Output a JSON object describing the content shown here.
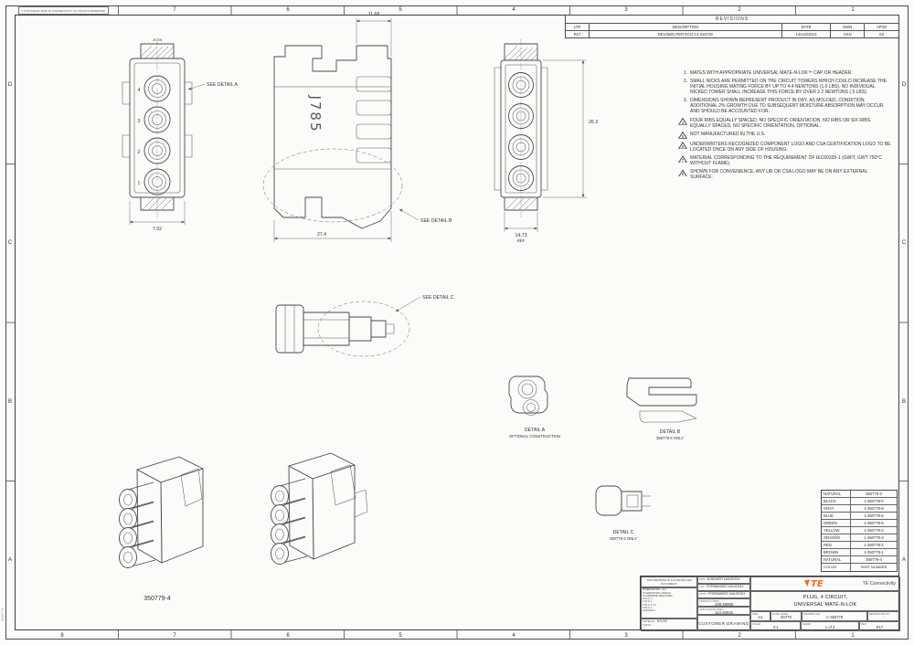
{
  "sheet": {
    "copyright": "© COPYRIGHT 2008 TE CONNECTIVITY. ALL RIGHTS RESERVED.",
    "edge_code": "350779"
  },
  "zones": {
    "cols": [
      "8",
      "7",
      "6",
      "5",
      "4",
      "3",
      "2",
      "1"
    ],
    "rows": [
      "D",
      "C",
      "B",
      "A"
    ]
  },
  "revisions": {
    "title": "REVISIONS",
    "headers": {
      "ltr": "LTR",
      "desc": "DESCRIPTION",
      "date": "DATE",
      "dwn": "DWN",
      "apvd": "APVD"
    },
    "rows": [
      {
        "ltr": "R17",
        "desc": "REVISED PER ECO-14-015749",
        "date": "14AUG2014",
        "dwn": "CKN",
        "apvd": "SZ"
      }
    ]
  },
  "notes": {
    "items": [
      {
        "num": "1.",
        "text": "MATES WITH APPROPRIATE UNIVERSAL MATE-N-LOK™ CAP OR HEADER."
      },
      {
        "num": "2.",
        "text": "SMALL NICKS ARE PERMITTED ON THE CIRCUIT TOWERS WHICH COULD INCREASE THE INITIAL HOUSING MATING FORCE BY UP TO 4.4 NEWTONS (1.0 LBS). NO INDIVIDUAL NICKED TOWER SHALL INCREASE THIS FORCE BY OVER 2.2 NEWTONS (.5 LBS)."
      },
      {
        "num": "3.",
        "text": "DIMENSIONS SHOWN REPRESENT PRODUCT IN DRY, AS MOLDED, CONDITION. ADDITIONAL 2% GROWTH DUE TO SUBSEQUENT MOISTURE ABSORPTION MAY OCCUR AND SHOULD BE ACCOUNTED FOR."
      },
      {
        "num": "4",
        "text": "FOUR RIBS EQUALLY SPACED, NO SPECIFIC ORIENTATION. NO RIBS OR SIX RIBS EQUALLY SPACED, NO SPECIFIC ORIENTATION, OPTIONAL."
      },
      {
        "num": "5",
        "text": "NOT MANUFACTURED IN THE U.S."
      },
      {
        "num": "6",
        "text": "UNDERWRITERS RECOGNIZED COMPONENT LOGO AND CSA CERTIFICATION LOGO TO BE LOCATED ONCE ON ANY SIDE OF HOUSING."
      },
      {
        "num": "7",
        "text": "MATERIAL CORRESPONDING TO THE REQUIREMENT OF IEC60335-1 (GWIT, GWT 750°C WITHOUT FLAME)."
      },
      {
        "num": "8",
        "text": "SHOWN FOR CONVENIENCE. ANY UR OR CSA LOGO MAY BE ON ANY EXTERNAL SURFACE."
      }
    ]
  },
  "views": {
    "front": {
      "stamp": "JK-TW",
      "circuits": [
        "4",
        "3",
        "2",
        "1"
      ],
      "dim_width": "7.92"
    },
    "side": {
      "marking": "J785",
      "dim_depth": "11.68",
      "dim_width": "27.4"
    },
    "rear": {
      "dim_height": "26.3",
      "dim_pitch": "14.73",
      "dim_pitch_ref": "REF"
    }
  },
  "callouts": {
    "detail_a": "SEE DETAIL A",
    "detail_b": "SEE DETAIL B",
    "detail_c": "SEE DETAIL C"
  },
  "details": {
    "a": {
      "title": "DETAIL A",
      "sub": "OPTIONAL CONSTRUCTION"
    },
    "b": {
      "title": "DETAIL B",
      "sub": "350779-4 ONLY"
    },
    "c": {
      "title": "DETAIL C",
      "sub": "350779-4 ONLY"
    }
  },
  "iso": {
    "label": "350779-4"
  },
  "parts": {
    "rows": [
      {
        "color": "NATURAL",
        "part": "350779-3"
      },
      {
        "color": "BLACK",
        "part": "1-350779-0"
      },
      {
        "color": "GRAY",
        "part": "1-350779-8"
      },
      {
        "color": "BLUE",
        "part": "1-350779-6"
      },
      {
        "color": "GREEN",
        "part": "1-350779-5"
      },
      {
        "color": "YELLOW",
        "part": "1-350779-4"
      },
      {
        "color": "ORANGE",
        "part": "1-350779-3"
      },
      {
        "color": "RED",
        "part": "1-350779-2"
      },
      {
        "color": "BROWN",
        "part": "1-350779-1"
      },
      {
        "color": "NATURAL",
        "part": "350779-4"
      }
    ],
    "header": {
      "color": "COLOR",
      "part": "PART NUMBER"
    }
  },
  "title_block": {
    "controlled": "THIS DRAWING IS A CONTROLLED DOCUMENT.",
    "dwn_label": "DWN",
    "dwn_value": "M.WEAVER 14AUG2014",
    "chk_label": "CHK",
    "chk_value": "P.FERNANDEZ 14AUG2014",
    "apvd_label": "APVD",
    "apvd_value": "P.FERNANDEZ 14AUG2014",
    "product_spec_label": "PRODUCT SPEC",
    "product_spec_value": "108-25068",
    "app_spec_label": "APPLICATION SPEC",
    "app_spec_value": "114-25015",
    "customer_drawing": "CUSTOMER DRAWING",
    "logo_text": "TE",
    "company": "TE Connectivity",
    "title_line1": "PLUG, 4 CIRCUIT,",
    "title_line2": "UNIVERSAL MATE-N-LOK",
    "dims_title": "DIMENSIONS:",
    "dims_unit": "mm",
    "tolerances": [
      "TOLERANCES UNLESS",
      "OTHERWISE SPECIFIED:",
      "0 PLC ± -",
      "1 PLC ± -",
      "2 PLC ± 0.3",
      "3 PLC ± -",
      "ANGLES ± -"
    ],
    "material_label": "MATERIAL",
    "material_value": "NYLON",
    "finish_label": "FINISH",
    "finish_value": "-",
    "size_label": "SIZE",
    "size_value": "A1",
    "cage_label": "CAGE CODE",
    "cage_value": "00779",
    "dwgno_label": "DRAWING NO",
    "dwgno_value": "C-350779",
    "restricted_label": "RESTRICTED TO",
    "restricted_value": "-",
    "scale_label": "SCALE",
    "scale_value": "4:1",
    "sheet_label": "SHEET",
    "sheet_value": "1 of 2",
    "rev_label": "REV",
    "rev_value": "R17"
  }
}
